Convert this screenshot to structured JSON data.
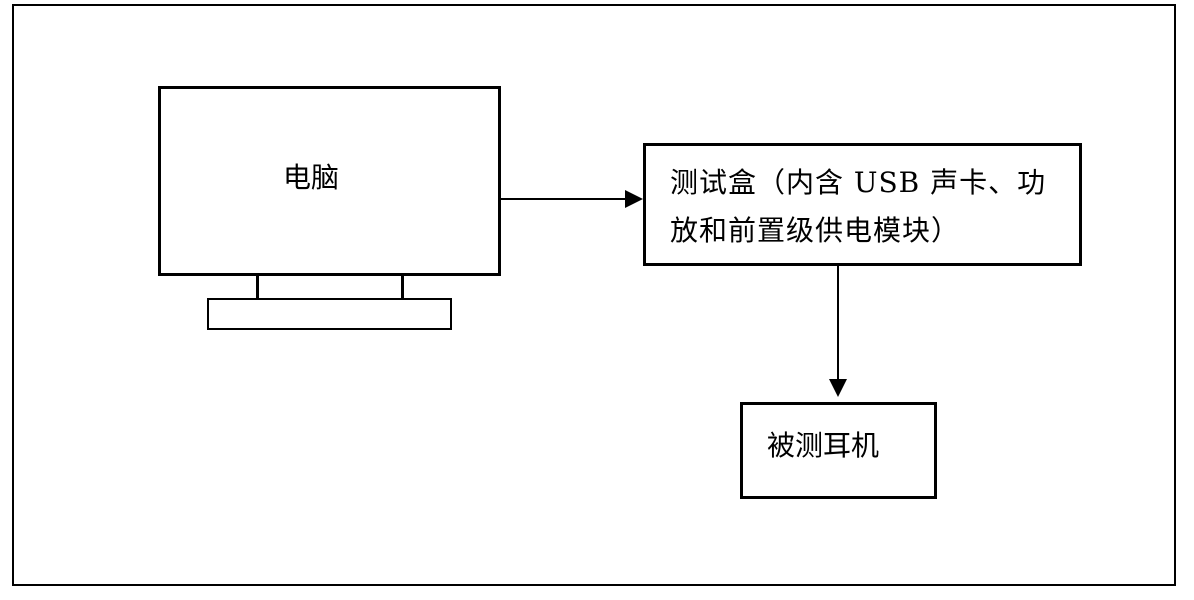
{
  "diagram": {
    "computer": {
      "label": "电脑"
    },
    "test_box": {
      "line1": "测试盒（内含 USB 声卡、功",
      "line2": "放和前置级供电模块）"
    },
    "headphone": {
      "label": "被测耳机"
    }
  }
}
